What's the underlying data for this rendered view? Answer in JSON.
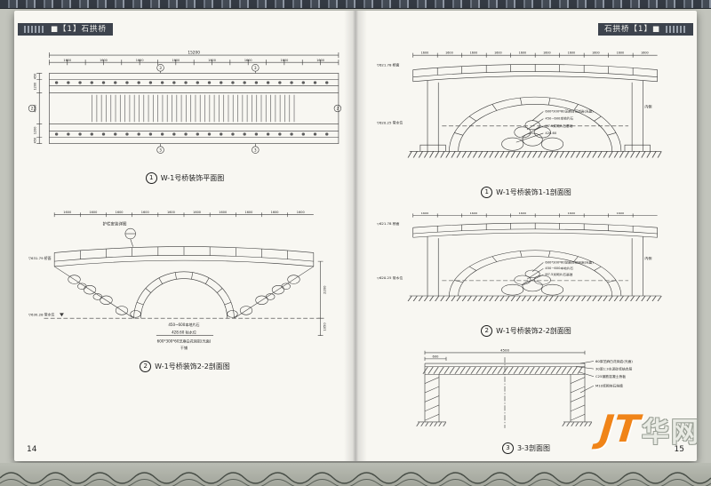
{
  "left_page": {
    "header": "■【1】石拱桥",
    "page_number": "14",
    "plan_fig": {
      "num": "1",
      "caption": "W-1号桥装饰平面图",
      "dim_total": "15200",
      "dim_seg": "1600",
      "dim_end": "450",
      "dim_side": "1200",
      "dim_mid": "4500",
      "marker_3": "3",
      "marker_2": "2"
    },
    "elev_fig": {
      "num": "2",
      "caption": "W-1号桥装饰2-2剖面图",
      "dim_seg": "1600",
      "callout": "护栏安装详图",
      "level_deck": "▽631.79 桥面",
      "level_water": "▽630.28 常水位",
      "dim_v1": "2200",
      "dim_v2": "1050",
      "note_rock": "450~600本地片石",
      "level_low": "428.60 枯水位",
      "note_granite": "600*300*60芝麻白花岗岩(光面)",
      "note_dry": "干铺"
    }
  },
  "right_page": {
    "header": "石拱桥【1】■",
    "page_number": "15",
    "sec1_fig": {
      "num": "1",
      "caption": "W-1号桥装饰1-1剖面图",
      "dim_seg": "1600",
      "level_deck": "▽621.78 桥面",
      "level_water": "▽620.25 常水位",
      "inner": "内侧",
      "notes": [
        "600*300*60芝麻白花岗岩(光面)",
        "450~600本地片石",
        "M7.5浆砌片石基础",
        "428.60"
      ]
    },
    "sec2_fig": {
      "num": "2",
      "caption": "W-1号桥装饰2-2剖面图",
      "dim_seg": "1600",
      "level_deck": "▽621.78 桥面",
      "level_water": "▽620.25 常水位",
      "inner": "内侧",
      "notes": [
        "600*300*60芝麻白花岗岩(光面)",
        "450~600本地片石",
        "M7.5浆砌片石基础"
      ]
    },
    "detail_fig": {
      "num": "3",
      "caption": "3-3剖面图",
      "dim_total": "4500",
      "dim_sub": "600",
      "notes": [
        "60厚芝麻白花岗岩(光面)",
        "30厚1:3水泥砂浆结合层",
        "C25钢筋混凝土桥板",
        "M10浆砌块石挡墙"
      ]
    }
  },
  "watermark": {
    "jt": "JT",
    "cn": "华网"
  }
}
